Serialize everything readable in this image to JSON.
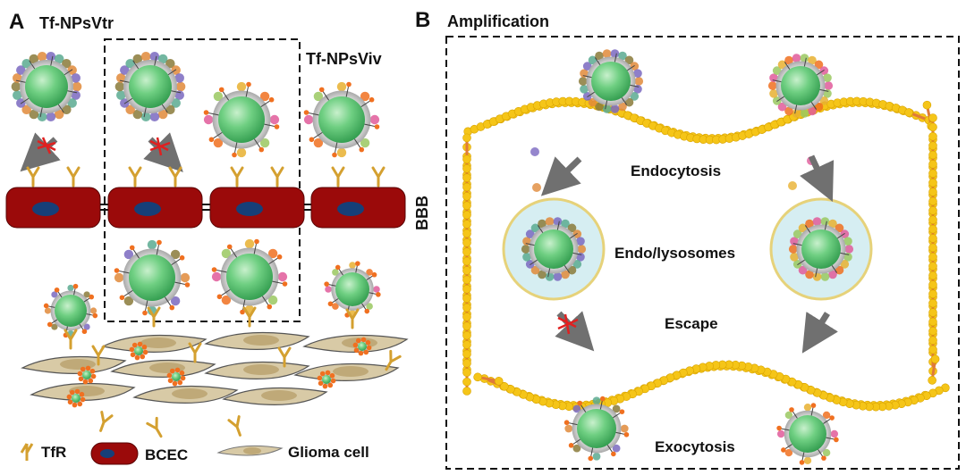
{
  "panel_a": {
    "letter": "A",
    "nps_vtr_label": "Tf-NPsVtr",
    "nps_viv_label": "Tf-NPsViv",
    "barrier_label": "BBB",
    "legend": {
      "tfr": "TfR",
      "bcec": "BCEC",
      "glioma": "Glioma cell"
    }
  },
  "panel_b": {
    "letter": "B",
    "title": "Amplification",
    "stages": {
      "endocytosis": "Endocytosis",
      "endolysosomes": "Endo/lysosomes",
      "escape": "Escape",
      "exocytosis": "Exocytosis"
    }
  },
  "colors": {
    "core_green": "#5cc474",
    "shell_gray": "#c8c8c8",
    "bcec_red": "#9b0a0a",
    "nucleus_blue": "#163f78",
    "receptor_gold": "#d4a030",
    "glioma_tan": "#d8caa6",
    "glioma_nucleus": "#bfa978",
    "lipid_head": "#f5c518",
    "lipid_tail": "#e07a3a",
    "endosome_fill": "#d6eef2",
    "endosome_rim": "#e6d27a",
    "arrow_gray": "#707070",
    "block_red": "#e02020",
    "vtr_corona": [
      "#e08a3a",
      "#7a68c0",
      "#5aaa90",
      "#8a7a3a"
    ],
    "viv_corona": [
      "#e05a9a",
      "#9ac860",
      "#e8b030",
      "#f07020"
    ]
  }
}
